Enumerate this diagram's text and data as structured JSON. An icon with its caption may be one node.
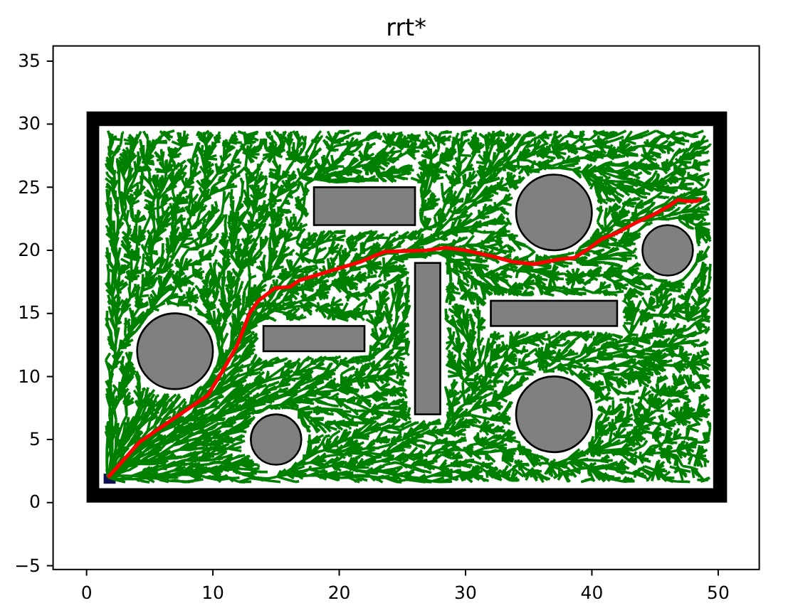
{
  "diagram": {
    "chart_data": {
      "type": "line",
      "title": "rrt*",
      "x": [
        1.7,
        4.2,
        7.1,
        9.6,
        10.8,
        11.9,
        12.9,
        13.6,
        14.9,
        16.1,
        16.8,
        19.4,
        21.7,
        23.6,
        26.9,
        28.4,
        30.0,
        32.2,
        33.7,
        35.4,
        37.5,
        38.6,
        39.7,
        40.8,
        42.0,
        43.5,
        45.0,
        46.1,
        46.8,
        47.4,
        48.3,
        48.7
      ],
      "series": [
        {
          "color": "#ff0000",
          "values": [
            2.0,
            4.8,
            6.8,
            8.5,
            10.5,
            12.4,
            15.0,
            16.0,
            17.0,
            17.1,
            17.6,
            18.4,
            19.1,
            19.9,
            20.0,
            20.2,
            20.0,
            19.5,
            19.1,
            18.9,
            19.3,
            19.4,
            20.1,
            20.9,
            21.4,
            22.2,
            22.9,
            23.5,
            24.0,
            23.9,
            23.9,
            24.1
          ]
        }
      ],
      "xlim": [
        -2.65,
        53.25
      ],
      "ylim": [
        -5.3,
        36.2
      ],
      "xticks": [
        0,
        10,
        20,
        30,
        40,
        50
      ],
      "yticks": [
        {
          "value": -5,
          "label": "−5"
        },
        0,
        5,
        10,
        15,
        20,
        25,
        30,
        35
      ]
    }
  }
}
